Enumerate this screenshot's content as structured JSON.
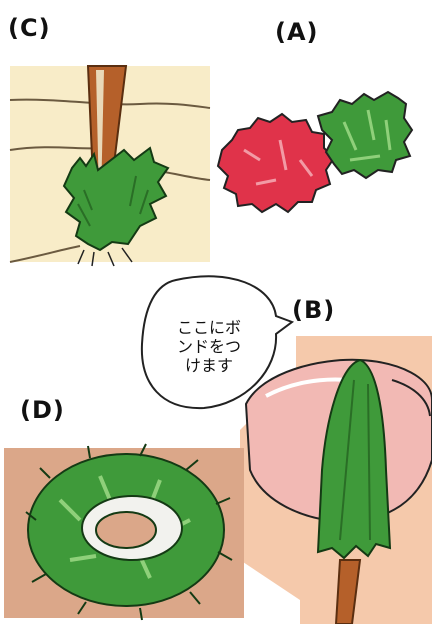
{
  "labels": {
    "c": "(C)",
    "a": "(A)",
    "b": "(B)",
    "d": "(D)"
  },
  "bubble": {
    "line1": "ここにボ",
    "line2": "ンドをつ",
    "line3": "けます"
  },
  "colors": {
    "panel_beige": "#f8ecc8",
    "panel_peach": "#f5c9ab",
    "panel_tan": "#dba789",
    "leaf_green": "#3f9a3a",
    "leaf_light": "#8fd07a",
    "flower_red": "#e0334a",
    "stick_brown": "#b5602a"
  }
}
